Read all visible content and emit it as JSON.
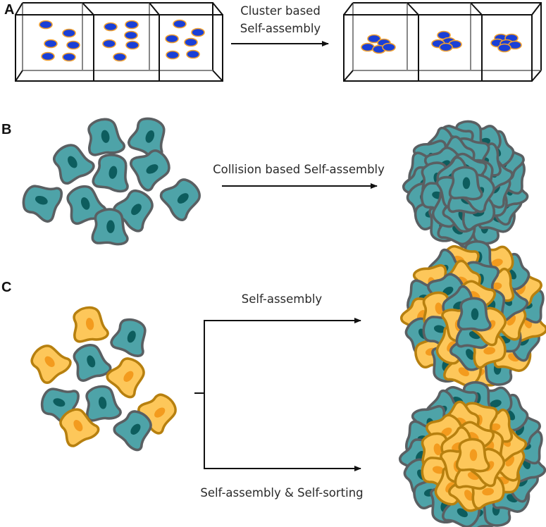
{
  "panels": [
    {
      "label": "A",
      "caption_lines": [
        "Cluster based",
        "Self-assembly"
      ]
    },
    {
      "label": "B",
      "caption_lines": [
        "Collision based Self-assembly"
      ]
    },
    {
      "label": "C",
      "captions": {
        "top": "Self-assembly",
        "bottom": "Self-assembly & Self-sorting"
      }
    }
  ],
  "colors": {
    "cell_teal_fill": "#4ea3a8",
    "cell_teal_stroke": "#5a5f62",
    "cell_teal_nucleus": "#0d5d5e",
    "cell_yellow_fill": "#fdc75a",
    "cell_yellow_stroke": "#b7800f",
    "cell_yellow_nucleus": "#f39b1e",
    "particle_fill": "#1a3fd6",
    "particle_stroke": "#f0a030",
    "line": "#111111"
  }
}
